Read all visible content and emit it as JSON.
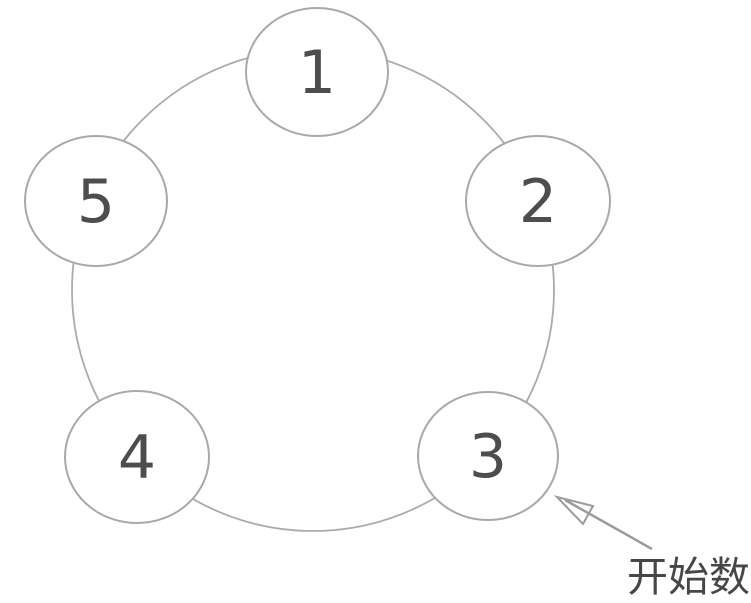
{
  "diagram": {
    "type": "circular-ring-of-nodes",
    "nodes": [
      {
        "label": "1"
      },
      {
        "label": "2"
      },
      {
        "label": "3"
      },
      {
        "label": "4"
      },
      {
        "label": "5"
      }
    ],
    "annotation": {
      "label": "开始数",
      "target_node": "3"
    },
    "colors": {
      "background": "#ffffff",
      "ring_stroke": "#ababab",
      "node_stroke": "#a9a9a9",
      "node_fill": "#ffffff",
      "number_text": "#4d4d4d",
      "arrow": "#9b9b9b",
      "annotation_text": "#474747"
    }
  }
}
